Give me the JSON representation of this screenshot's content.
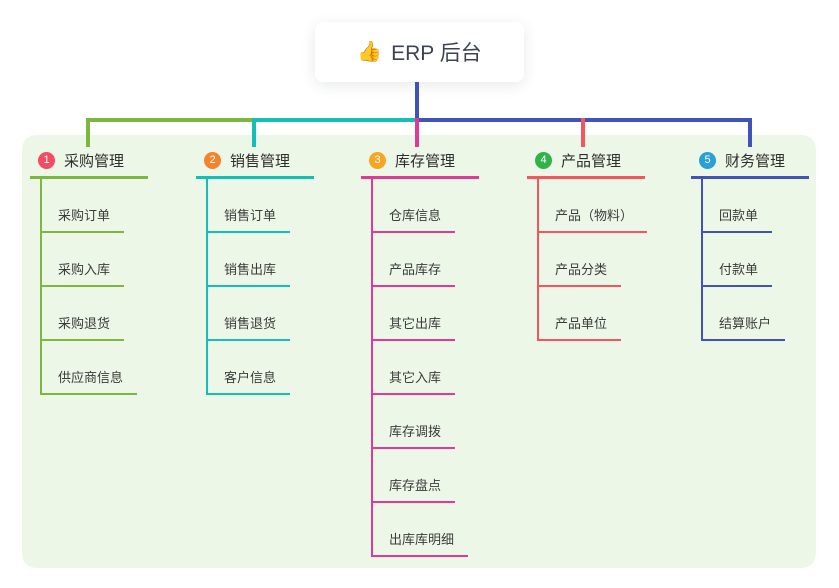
{
  "root": {
    "icon": "👍",
    "title": "ERP 后台"
  },
  "branches": [
    {
      "num": "1",
      "label": "采购管理",
      "color": "#7db73f",
      "badge_color": "#f54a5f",
      "children": [
        "采购订单",
        "采购入库",
        "采购退货",
        "供应商信息"
      ]
    },
    {
      "num": "2",
      "label": "销售管理",
      "color": "#13bfb6",
      "badge_color": "#f5822c",
      "children": [
        "销售订单",
        "销售出库",
        "销售退货",
        "客户信息"
      ]
    },
    {
      "num": "3",
      "label": "库存管理",
      "color": "#e03a97",
      "badge_color": "#f7a623",
      "children": [
        "仓库信息",
        "产品库存",
        "其它出库",
        "其它入库",
        "库存调拨",
        "库存盘点",
        "出库库明细"
      ]
    },
    {
      "num": "4",
      "label": "产品管理",
      "color": "#f5555c",
      "badge_color": "#32b24a",
      "children": [
        "产品（物料）",
        "产品分类",
        "产品单位"
      ]
    },
    {
      "num": "5",
      "label": "财务管理",
      "color": "#4053b8",
      "badge_color": "#2a9fd8",
      "children": [
        "回款单",
        "付款单",
        "结算账户"
      ]
    }
  ],
  "colors": {
    "panel_bg": "#edf7e7",
    "root_line": "#4053b8"
  }
}
